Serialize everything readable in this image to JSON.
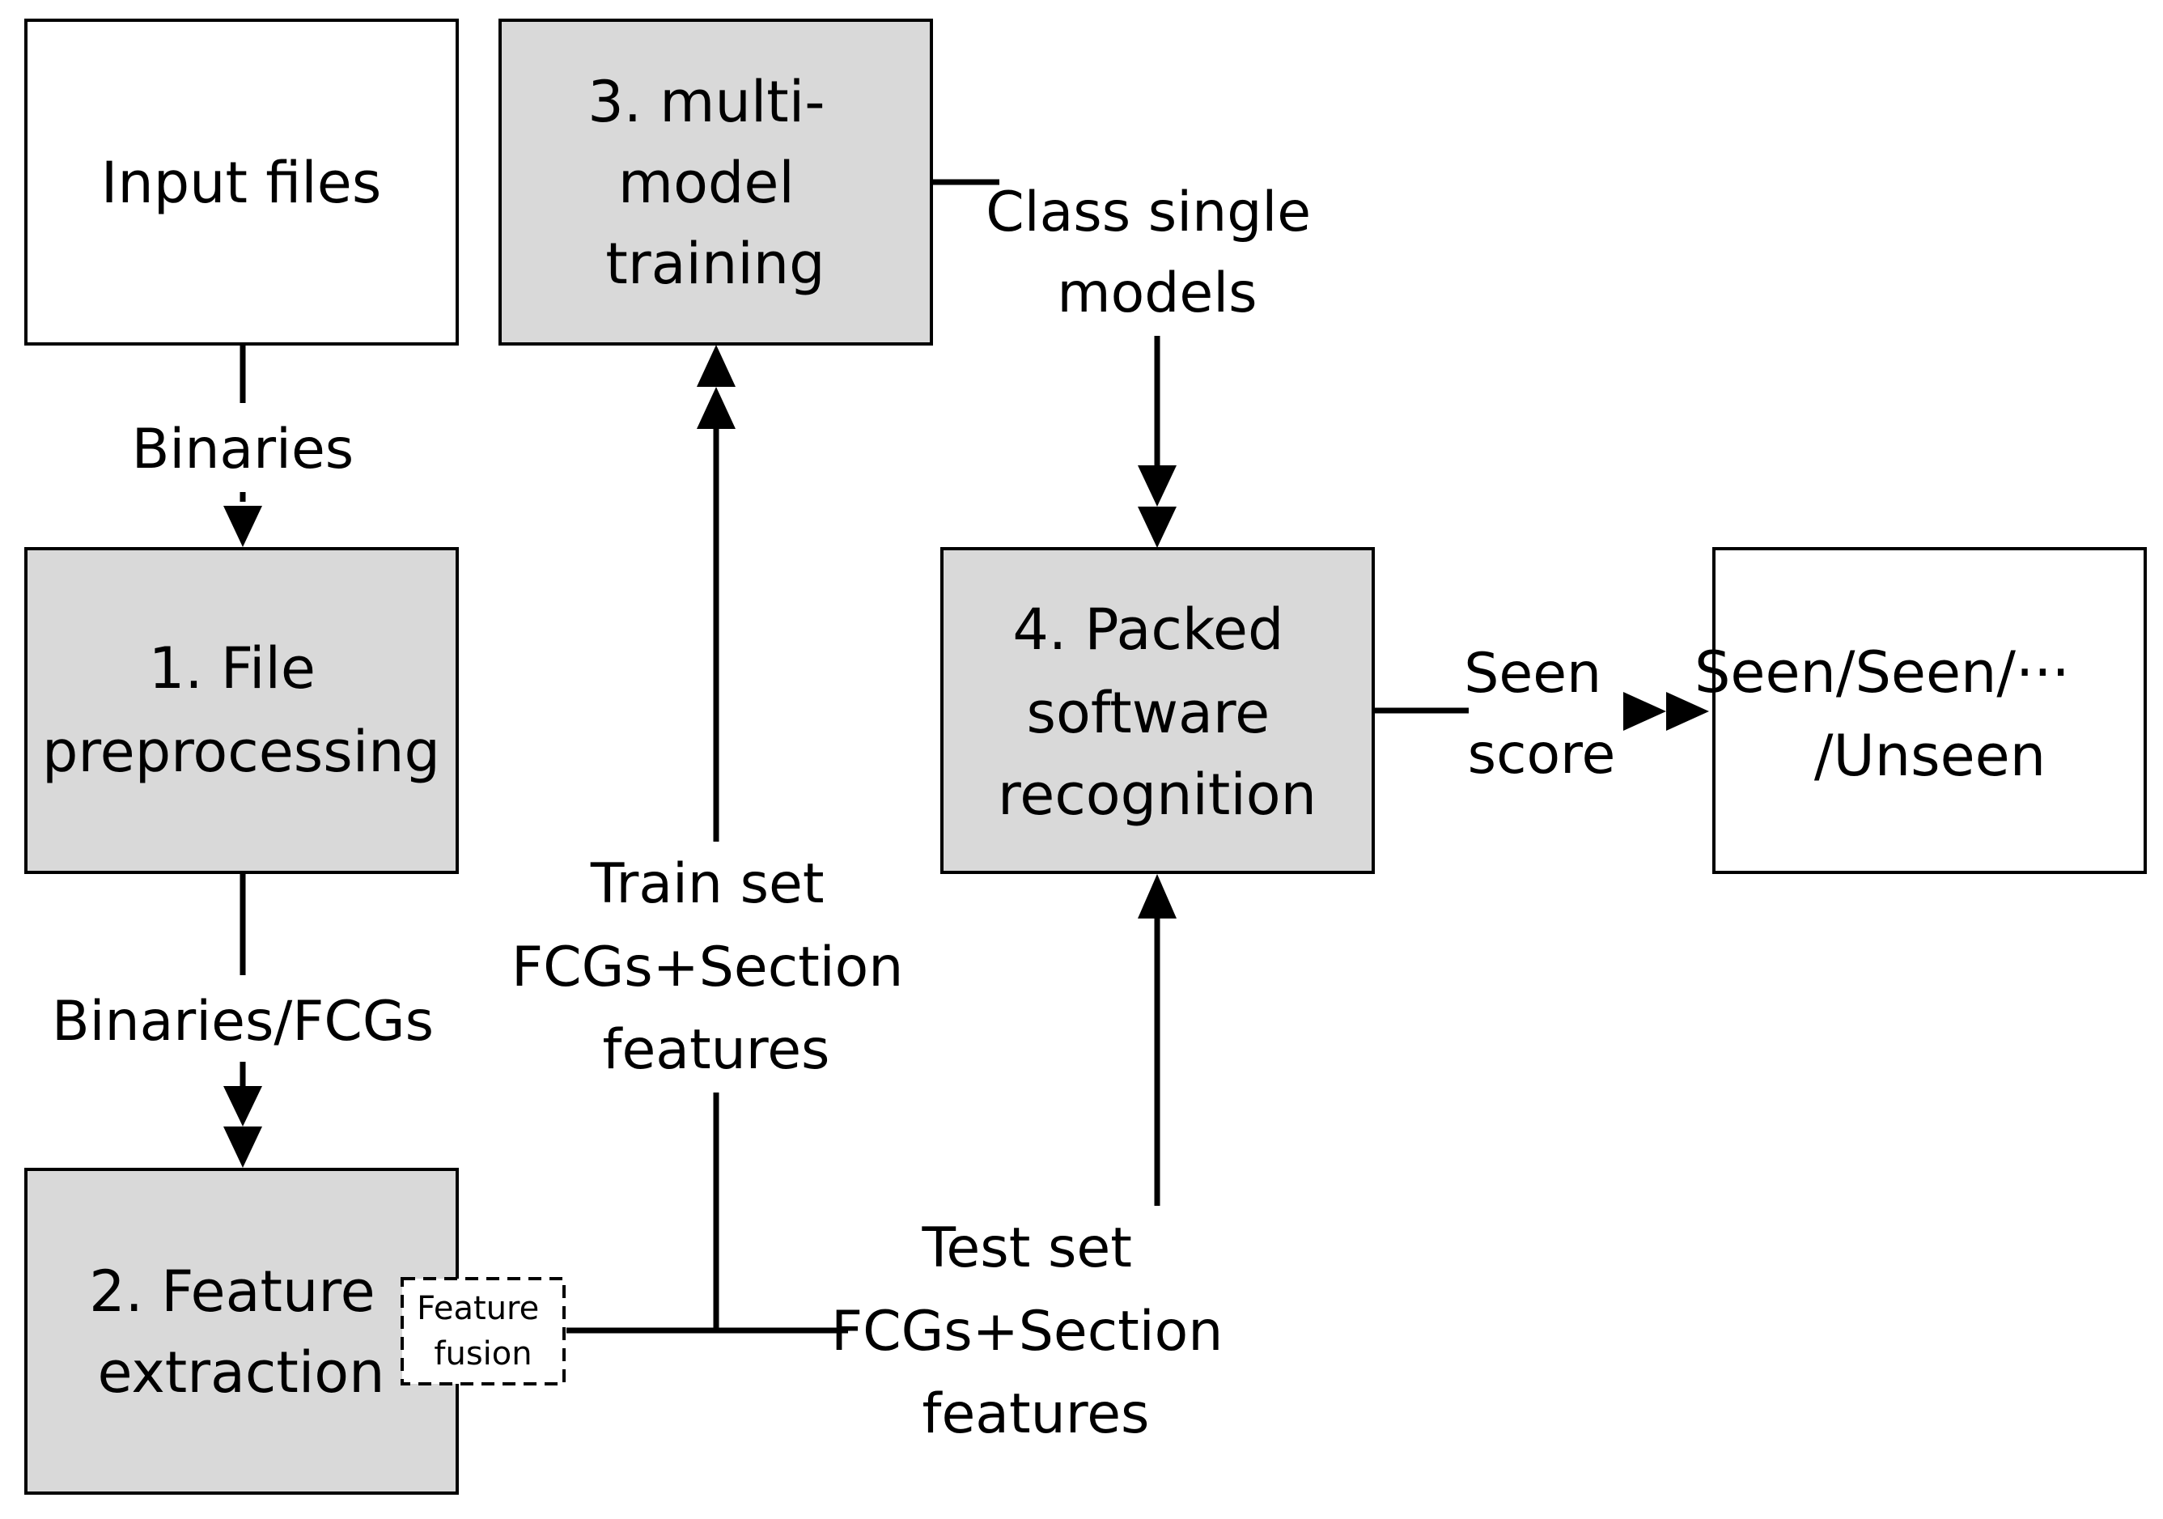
{
  "diagram": {
    "colors": {
      "filled": "#d9d9d9",
      "plain": "#ffffff",
      "stroke": "#000000"
    },
    "nodes": {
      "input": {
        "lines": [
          "Input files"
        ]
      },
      "preprocess": {
        "lines": [
          "1. File",
          "preprocessing"
        ]
      },
      "feature": {
        "lines": [
          "2. Feature",
          "extraction"
        ]
      },
      "fusion": {
        "lines": [
          "Feature",
          "fusion"
        ]
      },
      "training": {
        "lines": [
          "3. multi-",
          "model",
          "training"
        ]
      },
      "recognition": {
        "lines": [
          "4. Packed",
          "software",
          "recognition"
        ]
      },
      "output": {
        "lines": [
          "Seen/Seen/···",
          "/Unseen"
        ]
      }
    },
    "edges": {
      "binaries": {
        "lines": [
          "Binaries"
        ]
      },
      "binaries_fcgs": {
        "lines": [
          "Binaries/FCGs"
        ]
      },
      "train_set": {
        "lines": [
          "Train set",
          "FCGs+Section",
          "features"
        ]
      },
      "test_set": {
        "lines": [
          "Test set",
          "FCGs+Section",
          "features"
        ]
      },
      "class_models": {
        "lines": [
          "Class single",
          "models"
        ]
      },
      "seen_score": {
        "lines": [
          "Seen",
          "score"
        ]
      }
    }
  }
}
